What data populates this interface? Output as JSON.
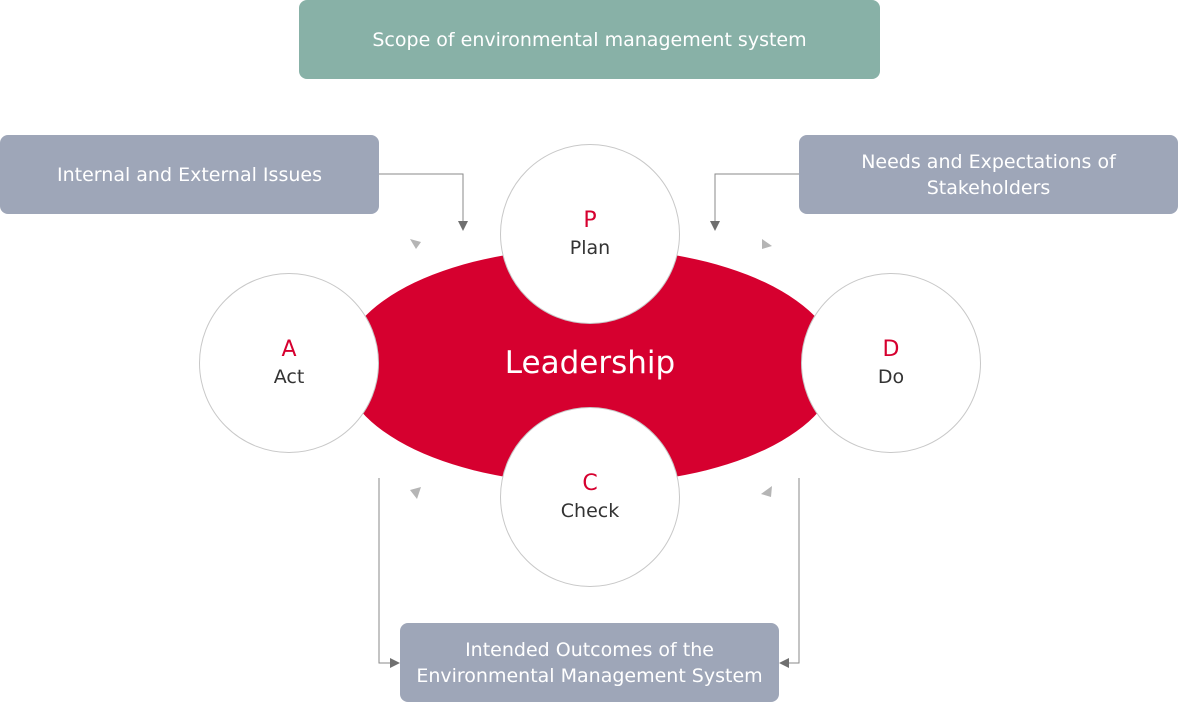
{
  "scope": {
    "label": "Scope of environmental management system",
    "color": "#88b1a7"
  },
  "issues": {
    "label": "Internal and External Issues"
  },
  "needs": {
    "label": "Needs and Expectations of\nStakeholders"
  },
  "outcomes": {
    "label": "Intended Outcomes of the\nEnvironmental Management System"
  },
  "box_color": "#9ea6b8",
  "leadership": {
    "label": "Leadership",
    "color": "#d6002f"
  },
  "pdca": {
    "plan": {
      "letter": "P",
      "word": "Plan"
    },
    "do": {
      "letter": "D",
      "word": "Do"
    },
    "check": {
      "letter": "C",
      "word": "Check"
    },
    "act": {
      "letter": "A",
      "word": "Act"
    }
  }
}
